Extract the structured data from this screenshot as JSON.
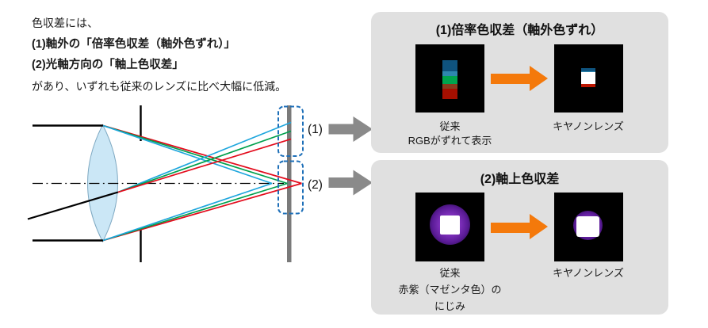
{
  "intro": {
    "line1": "色収差には、",
    "line2": "(1)軸外の「倍率色収差（軸外色ずれ）」",
    "line3": "(2)光軸方向の「軸上色収差」",
    "line4": "があり、いずれも従来のレンズに比べ大幅に低減。"
  },
  "diagram": {
    "callout1_label": "(1)",
    "callout2_label": "(2)"
  },
  "panels": [
    {
      "title": "(1)倍率色収差（軸外色ずれ）",
      "left_caption": "従来",
      "left_subcaption": "RGBがずれて表示",
      "right_caption": "キヤノンレンズ"
    },
    {
      "title": "(2)軸上色収差",
      "left_caption": "従来",
      "left_subcaption_line1": "赤紫（マゼンタ色）の",
      "left_subcaption_line2": "にじみ",
      "right_caption": "キヤノンレンズ"
    }
  ],
  "colors": {
    "panel_background": "#E0E0E0",
    "accent_orange": "#F4790B",
    "ray_red": "#E30B1C",
    "ray_green": "#00A04D",
    "ray_cyan": "#1EA6DD",
    "roi_box_blue": "#1D6FB8",
    "gray_arrow": "#8A8A8A",
    "image_plane_bar": "#7A7A7A",
    "lens_fill": "#CBE7F6",
    "lens_stroke": "#7FA9C2",
    "rgb_bar_blue": "#0F537E",
    "rgb_bar_lightblue": "#2E87AE",
    "rgb_bar_green": "#00A44D",
    "rgb_bar_darkred": "#8A3A1C",
    "rgb_bar_red": "#A50F00",
    "chip_edge_red": "#BC1500",
    "magenta_glow_purple": "#7E30BB"
  }
}
